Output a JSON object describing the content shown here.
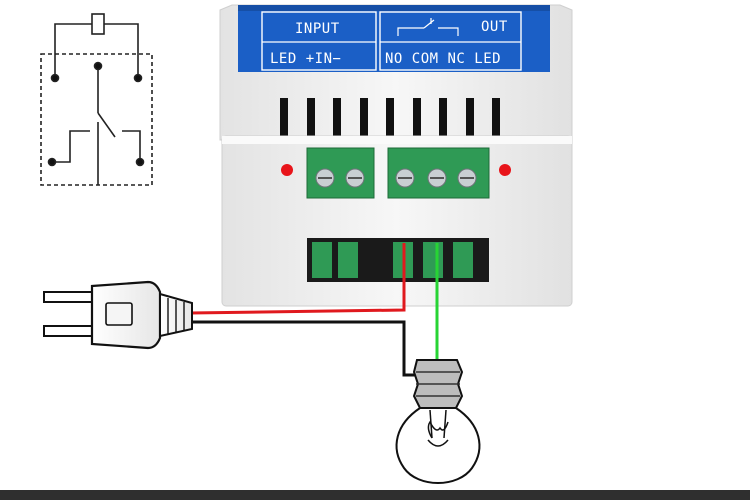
{
  "label_panel": {
    "input_header": "INPUT",
    "output_header": "OUT",
    "input_pins": "LED +IN−",
    "output_pins": "NO COM NC LED"
  },
  "colors": {
    "label_blue": "#1b5fc6",
    "housing_white": "#f1f1f1",
    "terminal_green": "#2f9a55",
    "live_wire": "#e0191e",
    "neutral_wire": "#111111",
    "switched_wire": "#27d434",
    "indicator_led": "#e8141a"
  },
  "icons": [
    "relay-schematic-icon",
    "power-plug-icon",
    "light-bulb-icon"
  ]
}
